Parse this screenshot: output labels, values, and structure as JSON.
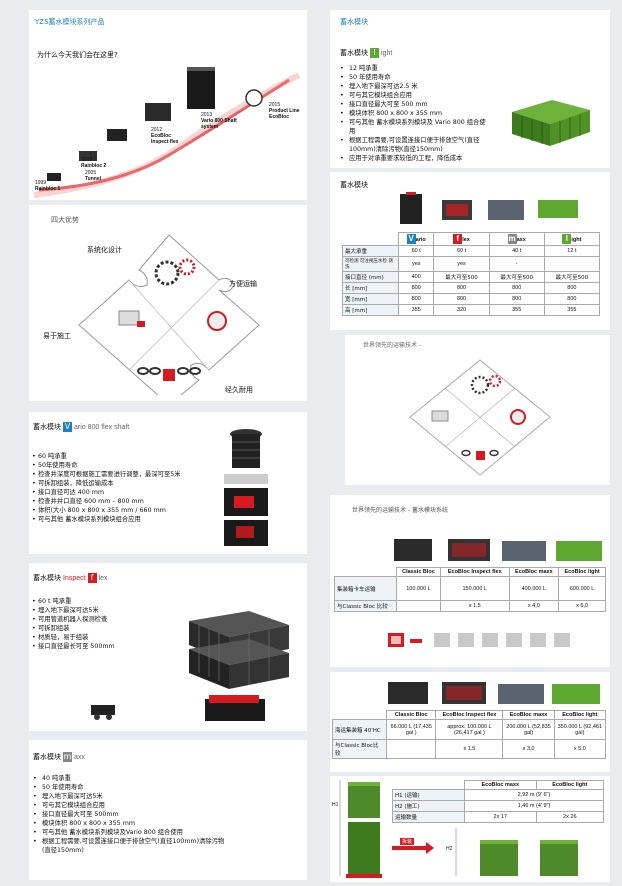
{
  "panel1": {
    "header": "YZS蓄水模块系列产品",
    "question": "为什么今天我们会在这里?",
    "steps": [
      {
        "year": "1999",
        "name": "Rainbloc 1"
      },
      {
        "year": "2003",
        "name": "Rainbloc 2"
      },
      {
        "year": "2005",
        "name": "Tunnel"
      },
      {
        "year": "2012",
        "name": "EcoBloc Inspect flex"
      },
      {
        "year": "2013",
        "name": "Vario 800 Shaft system"
      },
      {
        "year": "2015",
        "name": "Product Line EcoBloc"
      }
    ]
  },
  "panel2": {
    "header": "蓄水模块",
    "title": "蓄水模块",
    "letter": "l",
    "suffix": "ight",
    "bullets": [
      "12 吨承重",
      "50 年使用寿命",
      "埋入地下最深可达2.5 米",
      "可与其它模块组合应用",
      "接口直径最大可至 500 mm",
      "模块体积 800 x 800 x 355 mm",
      "可与其他 蓄水模块系列模块及 Vario 800 组合使用",
      "根据工程需要,可设置连接口便于排放空气(直径100mm)清除污物(直径150mm)",
      "应用于对承重要求较低的工程，降低成本"
    ]
  },
  "panel3": {
    "title": "四大优势",
    "items": [
      "系统化设计",
      "方便运输",
      "易于施工",
      "经久耐用"
    ]
  },
  "panel4": {
    "title": "蓄水模块",
    "columns": [
      {
        "letter": "V",
        "rest": "ario",
        "color": "#1d7fc4"
      },
      {
        "letter": "f",
        "rest": "lex",
        "color": "#d71920"
      },
      {
        "letter": "m",
        "rest": "axx",
        "color": "#888888"
      },
      {
        "letter": "l",
        "rest": "ight",
        "color": "#5ea832"
      }
    ],
    "rows": [
      {
        "label": "最大承重",
        "values": [
          "60 t",
          "60 t",
          "40 t",
          "12 t"
        ]
      },
      {
        "label": "可检测 可注视压水检 测洗",
        "values": [
          "yes",
          "yes",
          "-",
          ""
        ]
      },
      {
        "label": "接口直径 (mm)",
        "values": [
          "400",
          "最大可至500",
          "最大可至500",
          "最大可至500"
        ]
      },
      {
        "label": "长 [mm]",
        "values": [
          "800",
          "800",
          "800",
          "800"
        ]
      },
      {
        "label": "宽 [mm]",
        "values": [
          "800",
          "800",
          "800",
          "800"
        ]
      },
      {
        "label": "高 [mm]",
        "values": [
          "355",
          "320",
          "355",
          "355"
        ]
      }
    ]
  },
  "panel5": {
    "title": "世界领先的运输技术 -"
  },
  "panel6": {
    "title": "蓄水模块",
    "letter": "V",
    "suffix": "ario 800 flex shaft",
    "bullets": [
      "60 吨承重",
      "50年使用寿命",
      "检查井深度可根据施工需要进行调整，最深可至5米",
      "可拆卸组装，降低运输成本",
      "接口直径可达 400 mm",
      "检查井井口直径 600 mm – 800 mm",
      "体积(大小 800 x 800 x 355 mm / 660 mm",
      "可与其他 蓄水模块系列模块组合应用"
    ]
  },
  "panel7": {
    "title": "世界领先的运输技术 - 蓄水模块系统",
    "headers": [
      "Classic Bloc",
      "EcoBloc Inspect flex",
      "EcoBloc maxx",
      "EcoBloc light"
    ],
    "rows": [
      {
        "label": "集装箱卡车运输",
        "values": [
          "100.000 L",
          "150.000 L",
          "400.000 L",
          "600.000 L"
        ]
      },
      {
        "label": "与Classic Bloc 比较",
        "values": [
          "",
          "x 1,5",
          "x 4,0",
          "x 6,0"
        ]
      }
    ]
  },
  "panel8": {
    "title": "蓄水模块",
    "sub1": "Inspect",
    "letter": "f",
    "suffix": "lex",
    "bullets": [
      "60 t 吨承重",
      "埋入地下最深可达5米",
      "可用管道机器人探测检查",
      "可拆卸组装",
      "材质轻，易于组装",
      "接口直径最长可至 500mm"
    ]
  },
  "panel9": {
    "headers": [
      "Classic Bloc",
      "EcoBloc Inspect flex",
      "EcoBloc maxx",
      "EcoBloc light"
    ],
    "rows": [
      {
        "label": "海运集装箱 40'HC",
        "values": [
          "66.000 L (17,435 gal )",
          "approx. 100.000 L (26,417 gal )",
          "200.000 L (52,835 gal)",
          "350.000 L (92,461 gal)"
        ]
      },
      {
        "label": "与Classic Bloc比 较",
        "values": [
          "",
          "x 1,5",
          "x 3,0",
          "x 5,0"
        ]
      }
    ]
  },
  "panel10": {
    "title": "蓄水模块",
    "letter": "m",
    "suffix": "axx",
    "bullets": [
      "40 吨承重",
      "50 年使用寿命",
      "埋入地下最深可达5米",
      "可与其它模块组合应用",
      "接口直径最大可至 500mm",
      "模块体积 800 x 800 x 355 mm",
      "可与其他 蓄水模块系列模块及Vario 800 组合使用",
      "根据工程需要,可设置连接口便于排放空气(直径100mm)清除污物(直径150mm)"
    ]
  },
  "panel11": {
    "headers": [
      "EcoBloc maxx",
      "EcoBloc light"
    ],
    "rows": [
      {
        "label": "H1 (运输)",
        "span": "2,92 m (9' 6\")"
      },
      {
        "label": "H2 (施工)",
        "span": "1,46 m (4' 9\")"
      },
      {
        "label": "运输数量",
        "values": [
          "2x 17",
          "2x 26"
        ]
      }
    ],
    "h1": "H1",
    "h2": "H2",
    "arrow": "拆装"
  }
}
